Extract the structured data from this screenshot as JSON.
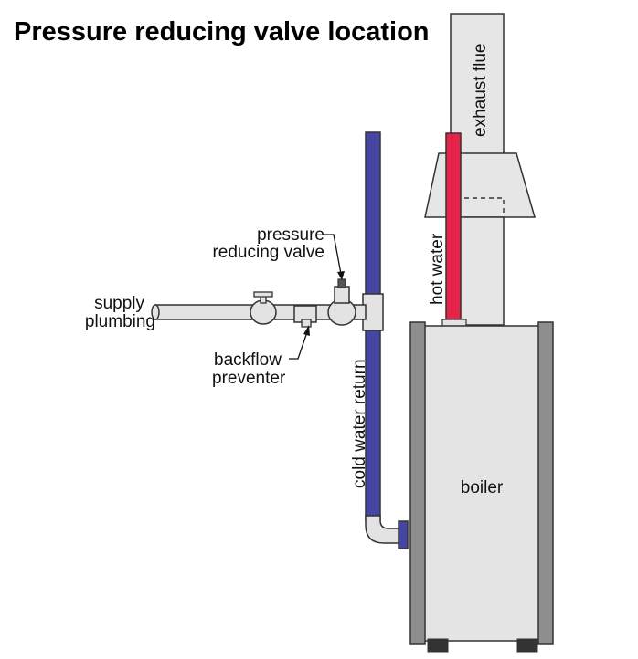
{
  "title": "Pressure reducing valve location",
  "labels": {
    "exhaust_flue": "exhaust flue",
    "hot_water": "hot water",
    "pressure_reducing_valve_line1": "pressure",
    "pressure_reducing_valve_line2": "reducing valve",
    "supply_plumbing_line1": "supply",
    "supply_plumbing_line2": "plumbing",
    "backflow_preventer_line1": "backflow",
    "backflow_preventer_line2": "preventer",
    "cold_water_return": "cold water return",
    "boiler": "boiler"
  },
  "colors": {
    "cold_pipe": "#4546a4",
    "hot_pipe": "#e6244a",
    "flue": "#e6e6e6",
    "boiler_body": "#e4e4e4",
    "boiler_side": "#8e8e8e",
    "fitting": "#e3e3e3",
    "outline": "#333333"
  }
}
